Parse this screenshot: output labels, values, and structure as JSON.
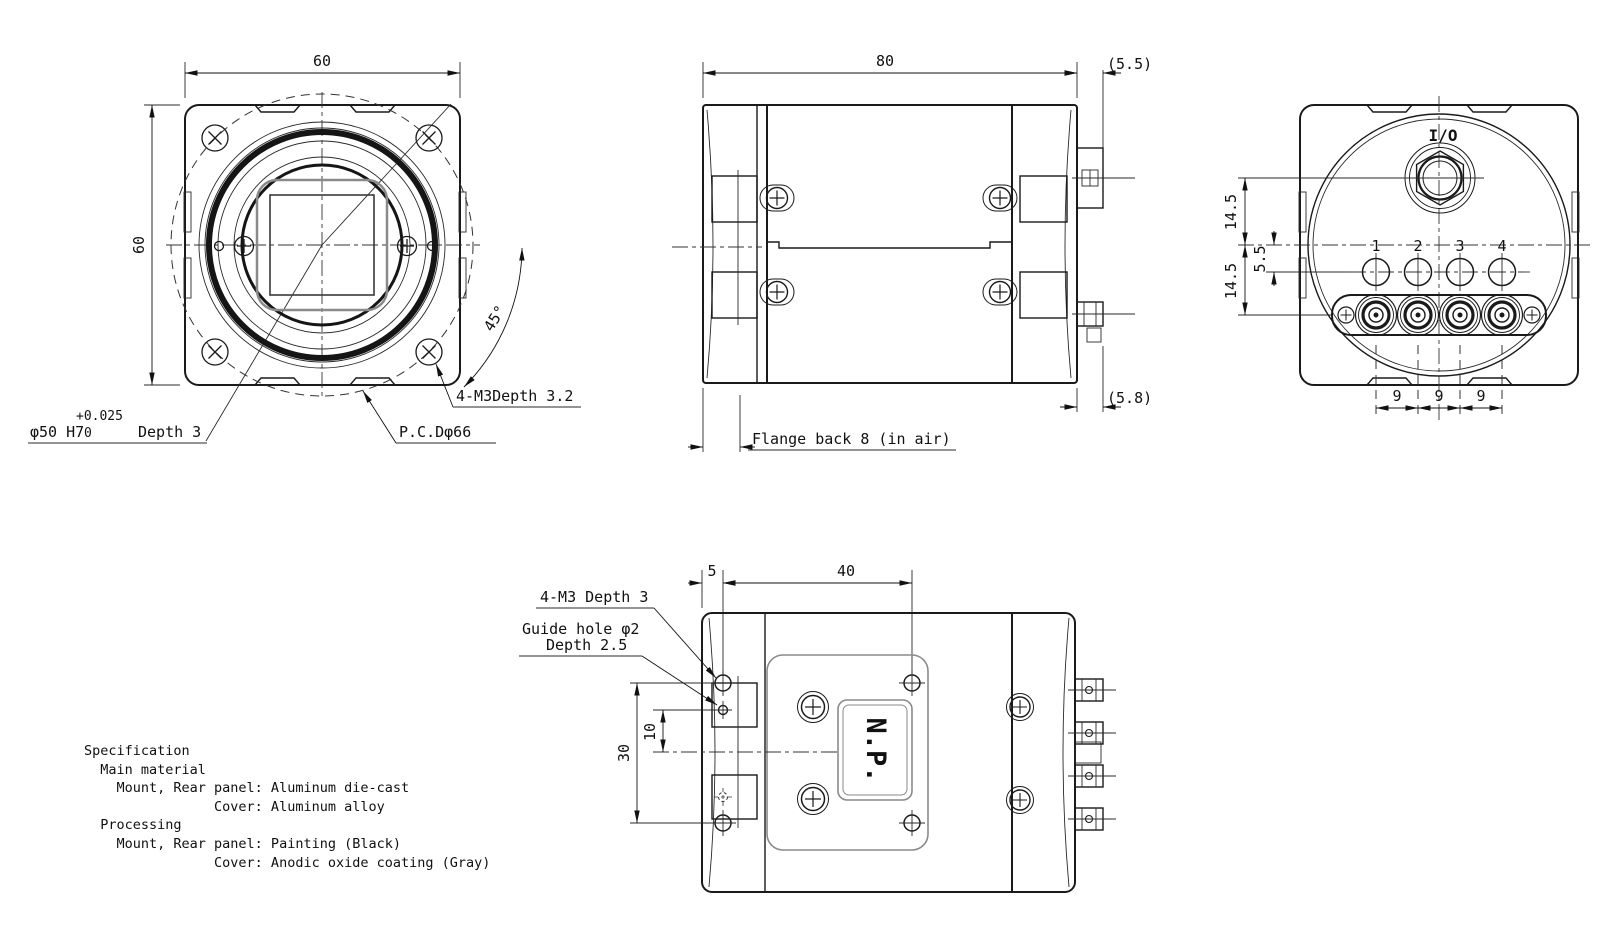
{
  "front": {
    "dim_width": "60",
    "dim_height": "60",
    "bore_label": "φ50 H7",
    "bore_tol_upper": "+0.025",
    "bore_tol_lower": "0",
    "bore_depth": "Depth 3",
    "pcd_label": "P.C.Dφ66",
    "corner_screw_label": "4-M3Depth 3.2",
    "angle_label": "45°"
  },
  "side": {
    "dim_length": "80",
    "dim_io_protrusion": "(5.5)",
    "dim_bnc_protrusion": "(5.8)",
    "flange_label": "Flange back 8 (in air)"
  },
  "rear": {
    "io_label": "I/O",
    "dim_io_to_center": "14.5",
    "dim_center_to_led": "5.5",
    "dim_center_to_bnc": "14.5",
    "led_labels": [
      "1",
      "2",
      "3",
      "4"
    ],
    "pitch_labels": [
      "9",
      "9",
      "9"
    ]
  },
  "bottom": {
    "dim_front_offset": "5",
    "dim_hole_span": "40",
    "dim_height_span": "30",
    "dim_guide_offset": "10",
    "m3_label": "4-M3 Depth 3",
    "guide_label_line1": "Guide hole φ2",
    "guide_label_line2": "Depth 2.5",
    "nameplate": "N.P."
  },
  "spec": {
    "lines": [
      "Specification",
      "  Main material",
      "    Mount, Rear panel: Aluminum die-cast",
      "                Cover: Aluminum alloy",
      "  Processing",
      "    Mount, Rear panel: Painting (Black)",
      "                Cover: Anodic oxide coating (Gray)"
    ]
  },
  "colors": {
    "line": "#1a1a1a",
    "gray": "#8a8a8a",
    "background": "#ffffff"
  }
}
